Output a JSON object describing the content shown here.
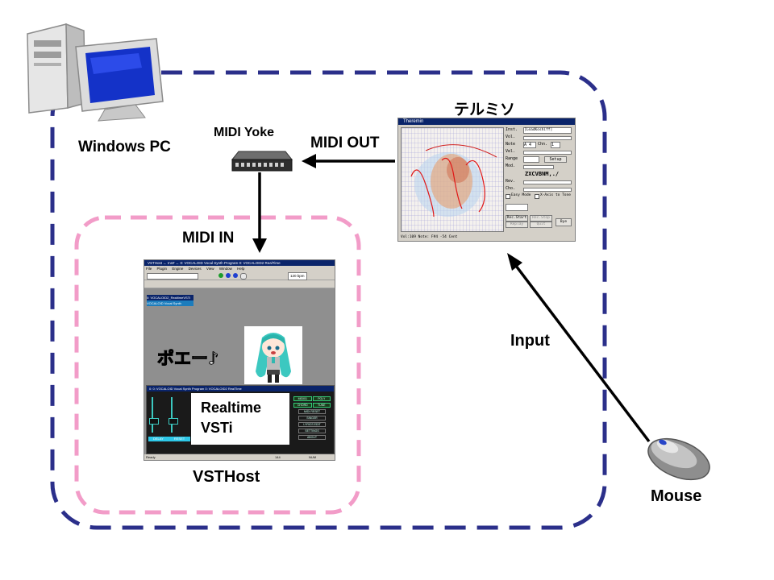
{
  "labels": {
    "windows_pc": "Windows PC",
    "midi_yoke": "MIDI Yoke",
    "midi_out": "MIDI OUT",
    "midi_in": "MIDI IN",
    "theremin_app": "テルミソ",
    "input": "Input",
    "mouse": "Mouse",
    "vsthost": "VSTHost",
    "realtime_vsti_line1": "Realtime",
    "realtime_vsti_line2": "VSTi",
    "poee": "ポエー♪"
  },
  "theremin_window": {
    "title": "Theremin",
    "inst_label": "Inst.",
    "inst_value": "[LeadKoshiff]",
    "vol_label": "Vol.",
    "note_label": "Note",
    "note_value": "A 4",
    "chn_label": "Chn.",
    "chn_value": "1",
    "vel_label": "Vel.",
    "range_label": "Range",
    "setup_label": "Setup",
    "mod_label": "Mod.",
    "keys": "ZXCVBNM,./",
    "rev_label": "Rev.",
    "cho_label": "Cho.",
    "easy_mode": "Easy Mode",
    "xaxis_tone": "X-Axis to Tone",
    "rec_start": "Rec.Start",
    "rec_stop": "Rec.Stop",
    "replay": "Replay",
    "quit": "Quit",
    "bye": "Bye",
    "status": "Vol:109 Note: F#4 -54 Cent"
  },
  "vsthost_window": {
    "title": "VSTHost ← Ins# ← 0: VOCALOID Vocal Synth Program 0: VOCALOID2 RealTime",
    "menu": [
      "File",
      "Plugin",
      "Engine",
      "Devices",
      "View",
      "Window",
      "Help"
    ],
    "bpm": "120 bpm",
    "chain_item1": "0: VOCALOID2_RealtimeVSTi",
    "chain_item2": "VOCALOID Vocal Synth",
    "inner_title": "0: 0: VOCALOID Vocal Synth Program 0: VOCALOID2 RealTime",
    "fader_label1": "DELAY",
    "fader_label2": "RESET",
    "buttons": [
      "MIDI01",
      "POLY",
      "CHORD",
      "TUNE",
      "MIDI RESET",
      "SINGER",
      "LYRICS EDIT",
      "SETTINGS",
      "ABOUT"
    ],
    "status_left": "Ready",
    "status_mid": "144",
    "status_num": "NUM"
  }
}
